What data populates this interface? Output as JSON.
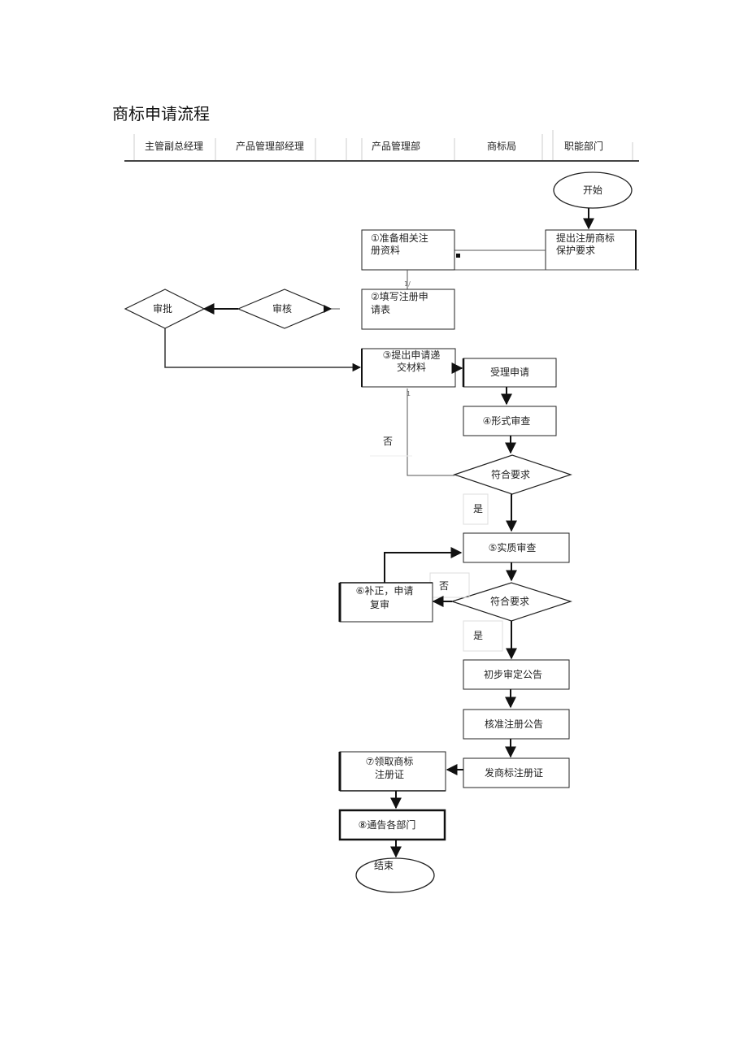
{
  "title": "商标申请流程",
  "lanes": [
    "主管副总经理",
    "产品管理部经理",
    "产品管理部",
    "商标局",
    "职能部门"
  ],
  "nodes": {
    "start": "开始",
    "propose": [
      "提出注册商标",
      "保护要求"
    ],
    "prepare": [
      "①准备相关注",
      "册资料"
    ],
    "fill_form": [
      "②填写注册申",
      "请表"
    ],
    "review": "审核",
    "approve": "审批",
    "submit": [
      "③提出申请递",
      "交材料"
    ],
    "accept": "受理申请",
    "formal_review": "④形式审查",
    "meets_req_1": "符合要求",
    "no_1": "否",
    "yes_1": "是",
    "substantive_review": "⑤实质审查",
    "meets_req_2": "符合要求",
    "no_2": "否",
    "yes_2": "是",
    "correct": [
      "⑥补正，申请",
      "复审"
    ],
    "prelim_notice": "初步审定公告",
    "approval_notice": "核准注册公告",
    "issue_cert": "发商标注册证",
    "get_cert": [
      "⑦领取商标",
      "注册证"
    ],
    "notify": "⑧通告各部门",
    "end": "结束"
  },
  "marks": {
    "m1": "1/",
    "m2": "1"
  }
}
